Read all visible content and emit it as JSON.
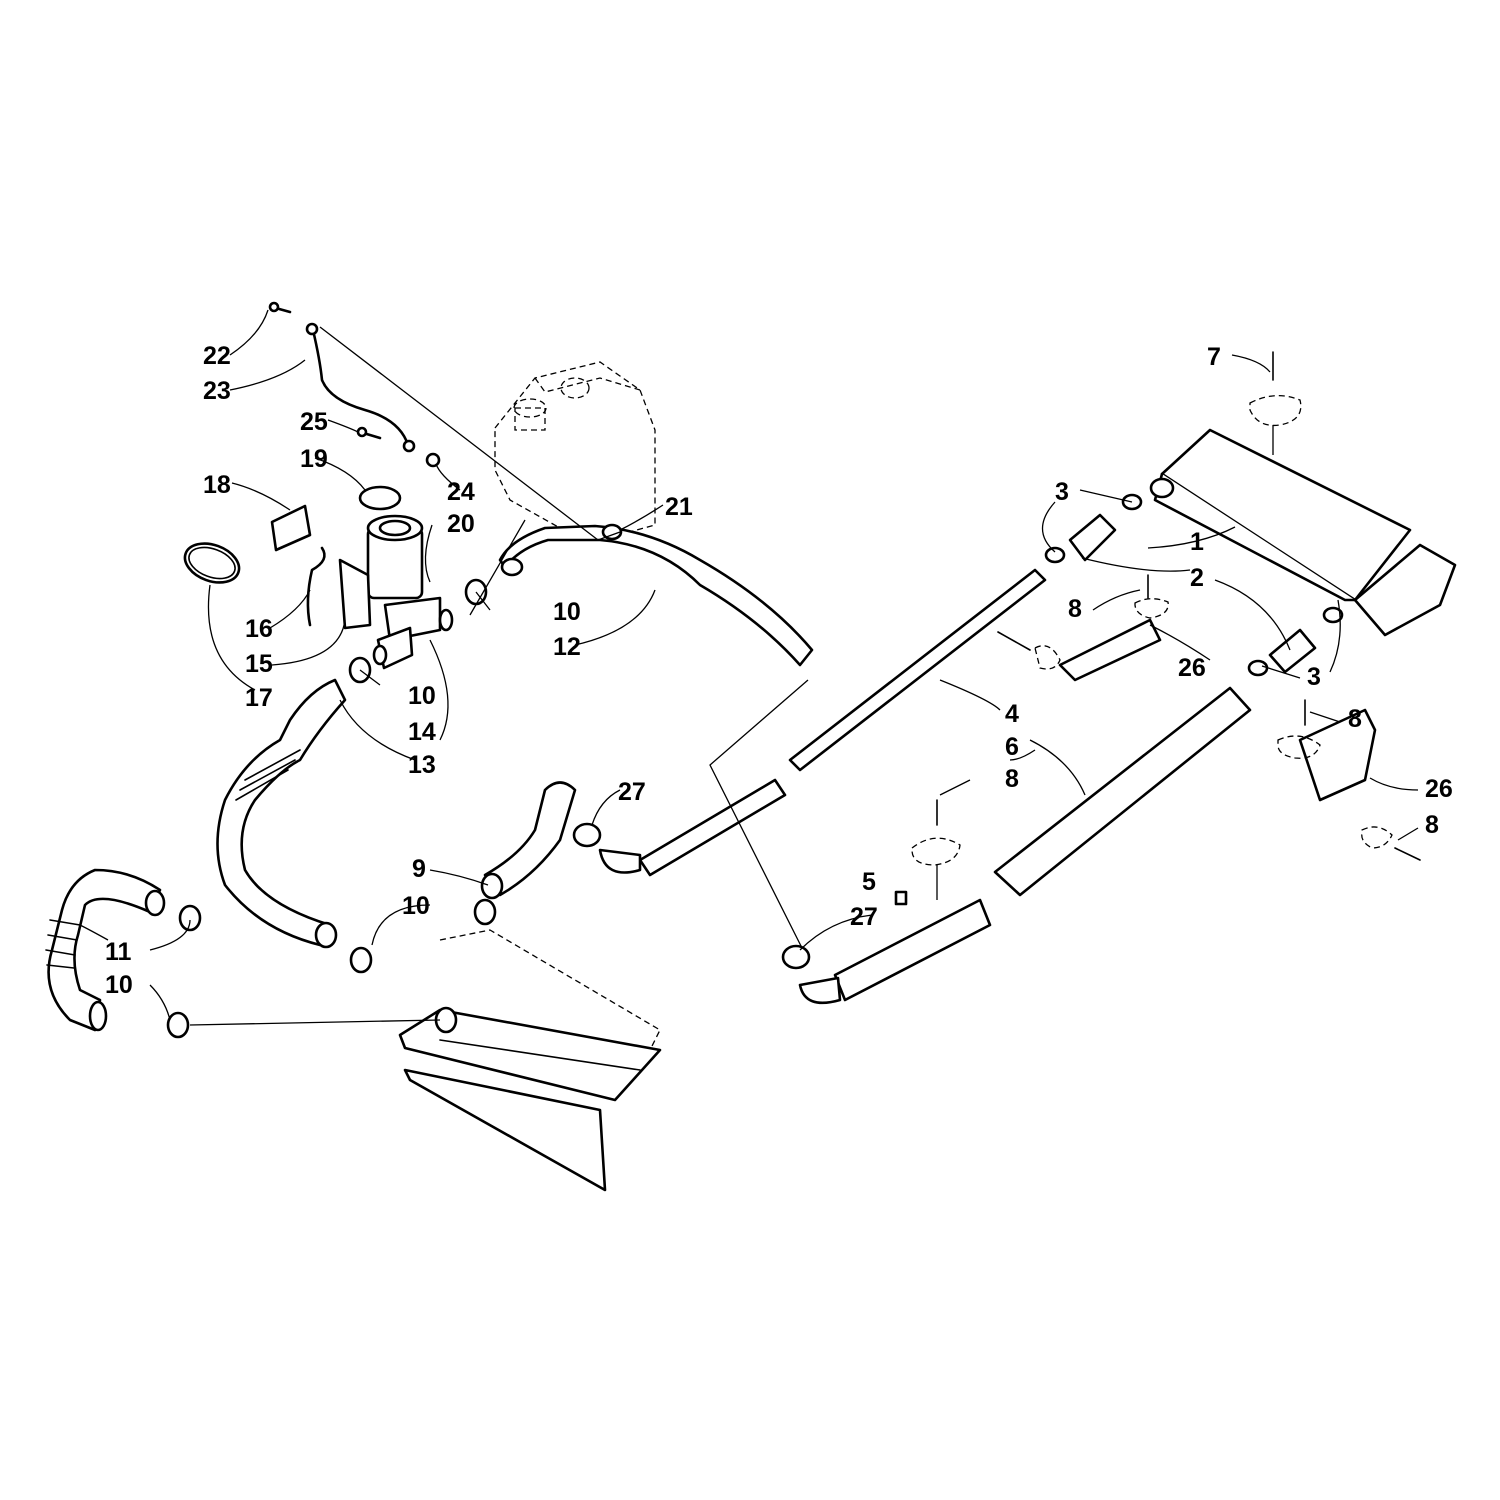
{
  "callouts": [
    {
      "id": "c1",
      "text": "1"
    },
    {
      "id": "c2",
      "text": "2"
    },
    {
      "id": "c3a",
      "text": "3"
    },
    {
      "id": "c3b",
      "text": "3"
    },
    {
      "id": "c4",
      "text": "4"
    },
    {
      "id": "c5",
      "text": "5"
    },
    {
      "id": "c6",
      "text": "6"
    },
    {
      "id": "c7",
      "text": "7"
    },
    {
      "id": "c8a",
      "text": "8"
    },
    {
      "id": "c8b",
      "text": "8"
    },
    {
      "id": "c8c",
      "text": "8"
    },
    {
      "id": "c8d",
      "text": "8"
    },
    {
      "id": "c9",
      "text": "9"
    },
    {
      "id": "c10a",
      "text": "10"
    },
    {
      "id": "c10b",
      "text": "10"
    },
    {
      "id": "c10c",
      "text": "10"
    },
    {
      "id": "c10d",
      "text": "10"
    },
    {
      "id": "c11",
      "text": "11"
    },
    {
      "id": "c12",
      "text": "12"
    },
    {
      "id": "c13",
      "text": "13"
    },
    {
      "id": "c14",
      "text": "14"
    },
    {
      "id": "c15",
      "text": "15"
    },
    {
      "id": "c16",
      "text": "16"
    },
    {
      "id": "c17",
      "text": "17"
    },
    {
      "id": "c18",
      "text": "18"
    },
    {
      "id": "c19",
      "text": "19"
    },
    {
      "id": "c20",
      "text": "20"
    },
    {
      "id": "c21",
      "text": "21"
    },
    {
      "id": "c22",
      "text": "22"
    },
    {
      "id": "c23",
      "text": "23"
    },
    {
      "id": "c24",
      "text": "24"
    },
    {
      "id": "c25",
      "text": "25"
    },
    {
      "id": "c26a",
      "text": "26"
    },
    {
      "id": "c26b",
      "text": "26"
    },
    {
      "id": "c27a",
      "text": "27"
    },
    {
      "id": "c27b",
      "text": "27"
    }
  ]
}
